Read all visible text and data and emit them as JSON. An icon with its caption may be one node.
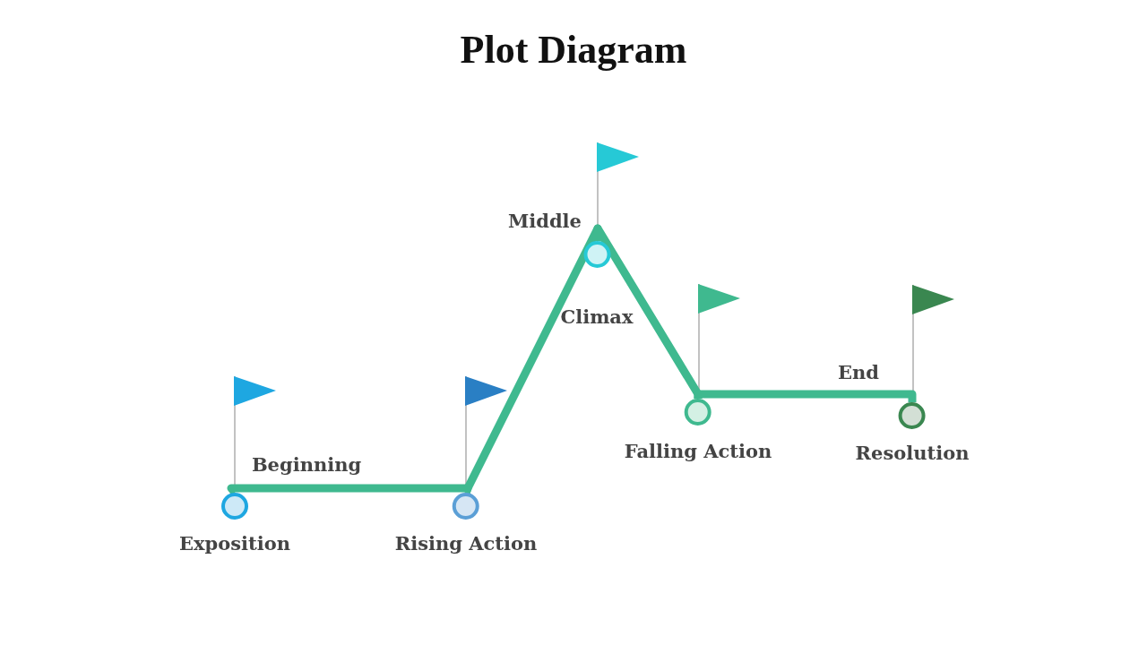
{
  "diagram": {
    "title": "Plot Diagram",
    "nodes": [
      {
        "text": [
          "Exposition"
        ]
      },
      {
        "text": [
          "Rising Action"
        ]
      },
      {
        "text": [
          "Climax"
        ]
      },
      {
        "text": [
          "Falling Action"
        ]
      },
      {
        "text": [
          "Resolution"
        ]
      }
    ],
    "edges": [
      {
        "from": 0,
        "to": 1,
        "arrow": "none"
      },
      {
        "from": 1,
        "to": 2,
        "arrow": "none"
      },
      {
        "from": 2,
        "to": 3,
        "arrow": "none"
      },
      {
        "from": 3,
        "to": 4,
        "arrow": "none"
      }
    ],
    "labels": [
      "Beginning",
      "Middle",
      "End"
    ]
  }
}
